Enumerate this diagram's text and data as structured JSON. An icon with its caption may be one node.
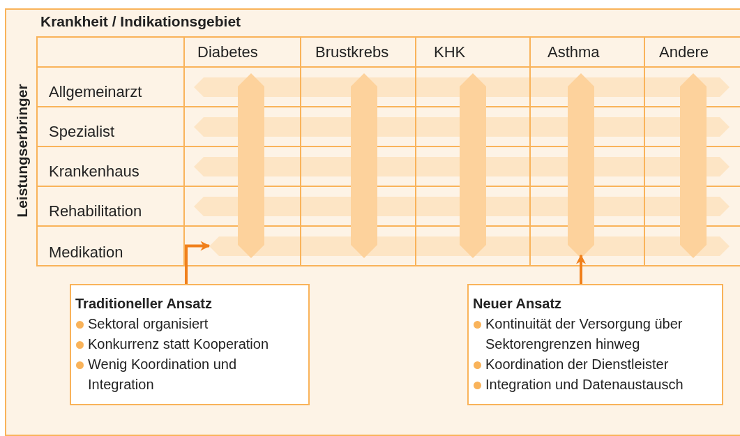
{
  "diagram": {
    "nodes": [
      {
        "text": [],
        "shape": "bar"
      },
      {
        "text": [],
        "shape": "bar"
      },
      {
        "text": [],
        "shape": "bar"
      },
      {
        "text": [],
        "shape": "bar"
      },
      {
        "text": [],
        "shape": "bar"
      },
      {
        "text": [],
        "shape": "bar"
      },
      {
        "text": [],
        "shape": "bar"
      },
      {
        "text": [],
        "shape": "bar"
      },
      {
        "text": [],
        "shape": "bar"
      },
      {
        "text": [],
        "shape": "bar"
      },
      {
        "text": [
          "Traditioneller Ansatz",
          "Sektoral organisiert",
          "Konkurrenz statt Kooperation",
          "Wenig Koordination und Integration"
        ]
      },
      {
        "text": [
          "Neuer Ansatz",
          "Kontinuität der Versorgung über Sektorengrenzen hinweg",
          "Koordination der Dienstleister",
          "Integration und Datenaustausch"
        ]
      }
    ],
    "edges": [
      {
        "from": 10,
        "to": 4,
        "arrow": "to"
      },
      {
        "from": 11,
        "to": 8,
        "arrow": "to"
      }
    ],
    "labels": [
      "Krankheit / Indikationsgebiet",
      "Leistungserbringer",
      "Diabetes",
      "Brustkrebs",
      "KHK",
      "Asthma",
      "Andere",
      "Allgemeinarzt",
      "Spezialist",
      "Krankenhaus",
      "Rehabilitation",
      "Medikation"
    ]
  }
}
